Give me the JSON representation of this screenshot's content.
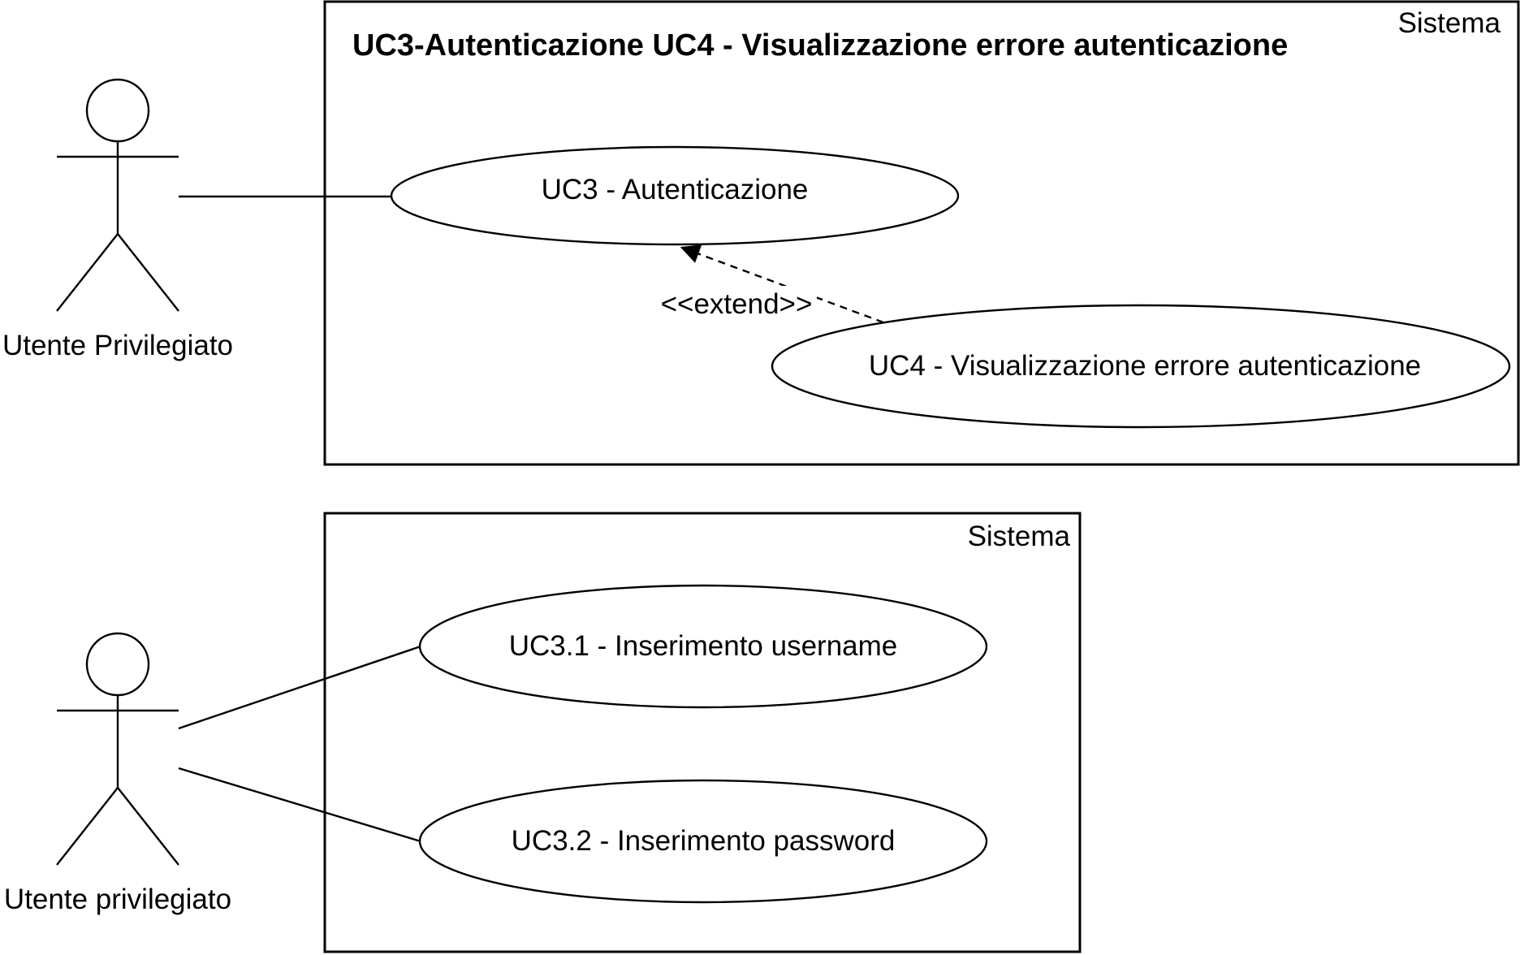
{
  "diagram_1": {
    "title": "UC3-Autenticazione UC4 - Visualizzazione errore autenticazione",
    "system_label": "Sistema",
    "actor_label": "Utente Privilegiato",
    "use_case_uc3": "UC3 - Autenticazione",
    "use_case_uc4": "UC4 - Visualizzazione errore autenticazione",
    "extend_label": "<<extend>>"
  },
  "diagram_2": {
    "system_label": "Sistema",
    "actor_label": "Utente privilegiato",
    "use_case_uc3_1": "UC3.1 - Inserimento username",
    "use_case_uc3_2": "UC3.2 - Inserimento password"
  },
  "colors": {
    "stroke": "#000000",
    "background": "#ffffff"
  }
}
